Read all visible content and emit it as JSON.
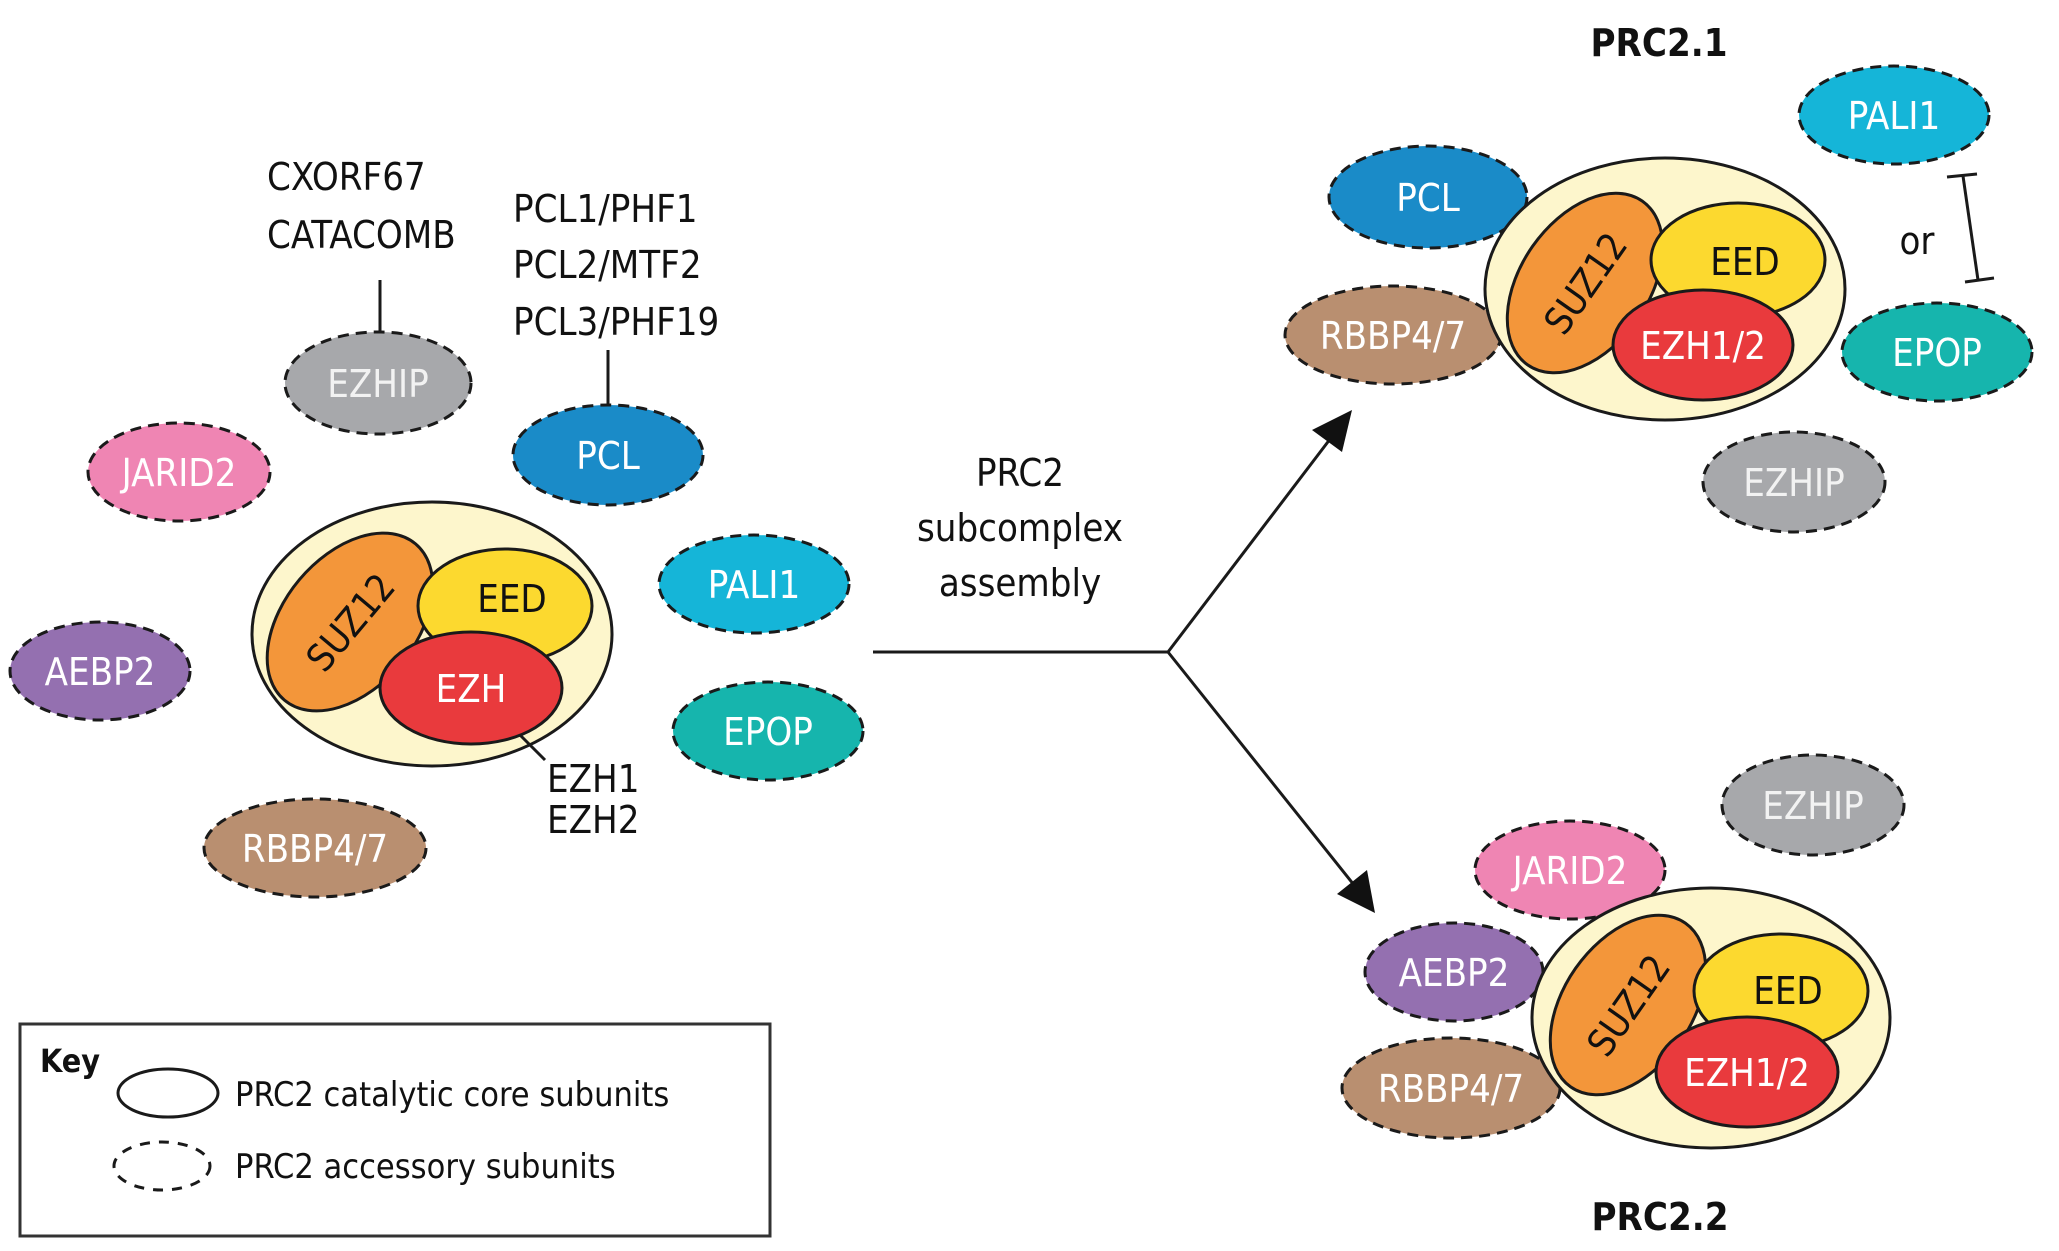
{
  "colors": {
    "core_bg": "#fdf6cc",
    "suz12": "#f3963a",
    "eed": "#fcd92f",
    "ezh": "#e93a3d",
    "jarid2": "#ef85b3",
    "aebp2": "#9470b0",
    "rbbp": "#b98f70",
    "ezhip": "#a7a8ab",
    "pcl": "#1a8bc8",
    "pali1": "#15b5d8",
    "epop": "#16b5ad"
  },
  "left": {
    "core": {
      "suz12": "SUZ12",
      "eed": "EED",
      "ezh": "EZH"
    },
    "ezh_variants": [
      "EZH1",
      "EZH2"
    ],
    "accessory": {
      "ezhip": "EZHIP",
      "ezhip_aliases": [
        "CXORF67",
        "CATACOMB"
      ],
      "pcl": "PCL",
      "pcl_variants": [
        "PCL1/PHF1",
        "PCL2/MTF2",
        "PCL3/PHF19"
      ],
      "jarid2": "JARID2",
      "aebp2": "AEBP2",
      "pali1": "PALI1",
      "epop": "EPOP",
      "rbbp": "RBBP4/7"
    }
  },
  "transition": {
    "label_lines": [
      "PRC2",
      "subcomplex",
      "assembly"
    ]
  },
  "prc2_1": {
    "title": "PRC2.1",
    "core": {
      "suz12": "SUZ12",
      "eed": "EED",
      "ezh": "EZH1/2"
    },
    "pcl": "PCL",
    "rbbp": "RBBP4/7",
    "pali1": "PALI1",
    "or_label": "or",
    "epop": "EPOP",
    "ezhip": "EZHIP"
  },
  "prc2_2": {
    "title": "PRC2.2",
    "core": {
      "suz12": "SUZ12",
      "eed": "EED",
      "ezh": "EZH1/2"
    },
    "ezhip": "EZHIP",
    "jarid2": "JARID2",
    "aebp2": "AEBP2",
    "rbbp": "RBBP4/7"
  },
  "key": {
    "title": "Key",
    "items": [
      {
        "style": "solid",
        "label": "PRC2 catalytic core subunits"
      },
      {
        "style": "dashed",
        "label": "PRC2 accessory subunits"
      }
    ]
  }
}
